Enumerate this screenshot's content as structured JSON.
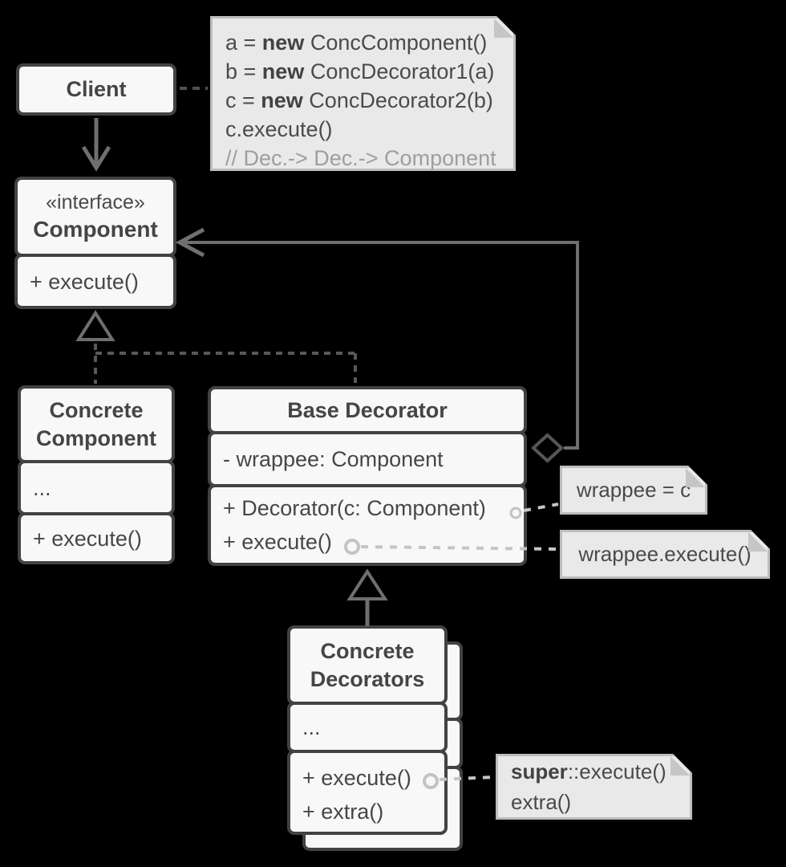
{
  "diagram": {
    "name": "Decorator design pattern UML class diagram"
  },
  "colors": {
    "background": "#000000",
    "box_fill": "#f8f8f8",
    "box_border": "#424242",
    "box_text": "#474747",
    "line": "#6f6f6f",
    "realization_dash": "#585858",
    "note_fill": "#e9e9e9",
    "note_border": "#bdbdbd",
    "note_link": "#c5c5c5",
    "comment_text": "#9e9e9e"
  },
  "classes": {
    "client": {
      "title": "Client"
    },
    "component": {
      "stereotype": "«interface»",
      "name": "Component",
      "methods": [
        "+ execute()"
      ]
    },
    "concrete_component": {
      "name": "Concrete Component",
      "ellipsis": "...",
      "methods": [
        "+ execute()"
      ]
    },
    "base_decorator": {
      "name": "Base Decorator",
      "attributes": [
        "- wrappee: Component"
      ],
      "methods": [
        "+ Decorator(c: Component)",
        "+ execute()"
      ]
    },
    "concrete_decorators": {
      "name": "Concrete Decorators",
      "ellipsis": "...",
      "methods": [
        "+ execute()",
        "+ extra()"
      ]
    }
  },
  "notes": {
    "code": {
      "lines": [
        {
          "pre": "a = ",
          "bold": "new",
          "post": " ConcComponent()"
        },
        {
          "pre": "b = ",
          "bold": "new",
          "post": " ConcDecorator1(a)"
        },
        {
          "pre": "c = ",
          "bold": "new",
          "post": " ConcDecorator2(b)"
        },
        {
          "pre": "c.execute()",
          "bold": "",
          "post": ""
        }
      ],
      "comment": "// Dec.-> Dec.-> Component"
    },
    "wrappee_assign": {
      "text": "wrappee = c"
    },
    "wrappee_execute": {
      "text": "wrappee.execute()"
    },
    "super_call": {
      "bold": "super",
      "post": "::execute()",
      "line2": "extra()"
    }
  }
}
